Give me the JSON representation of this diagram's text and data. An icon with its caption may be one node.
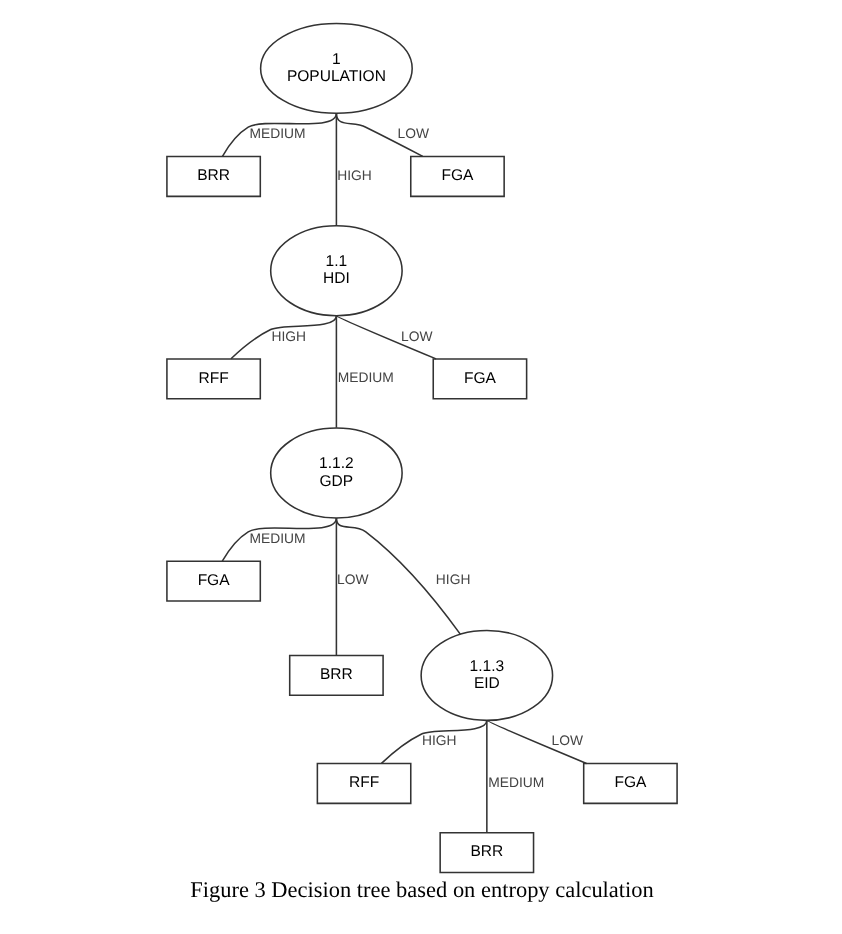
{
  "diagram": {
    "caption": "Figure 3 Decision tree based on entropy calculation",
    "nodes": [
      {
        "text": [
          "1",
          "POPULATION"
        ]
      },
      {
        "text": [
          "BRR"
        ]
      },
      {
        "text": [
          "FGA"
        ]
      },
      {
        "text": [
          "1.1",
          "HDI"
        ]
      },
      {
        "text": [
          "RFF"
        ]
      },
      {
        "text": [
          "FGA"
        ]
      },
      {
        "text": [
          "1.1.2",
          "GDP"
        ]
      },
      {
        "text": [
          "FGA"
        ]
      },
      {
        "text": [
          "BRR"
        ]
      },
      {
        "text": [
          "1.1.3",
          "EID"
        ]
      },
      {
        "text": [
          "RFF"
        ]
      },
      {
        "text": [
          "BRR"
        ]
      },
      {
        "text": [
          "FGA"
        ]
      }
    ],
    "edges": [
      {
        "from": 0,
        "to": 1,
        "arrow": "none",
        "label": "MEDIUM"
      },
      {
        "from": 0,
        "to": 3,
        "arrow": "none",
        "label": "HIGH"
      },
      {
        "from": 0,
        "to": 2,
        "arrow": "none",
        "label": "LOW"
      },
      {
        "from": 3,
        "to": 4,
        "arrow": "none",
        "label": "HIGH"
      },
      {
        "from": 3,
        "to": 6,
        "arrow": "none",
        "label": "MEDIUM"
      },
      {
        "from": 3,
        "to": 5,
        "arrow": "none",
        "label": "LOW"
      },
      {
        "from": 6,
        "to": 7,
        "arrow": "none",
        "label": "MEDIUM"
      },
      {
        "from": 6,
        "to": 8,
        "arrow": "none",
        "label": "LOW"
      },
      {
        "from": 6,
        "to": 9,
        "arrow": "none",
        "label": "HIGH"
      },
      {
        "from": 9,
        "to": 10,
        "arrow": "none",
        "label": "HIGH"
      },
      {
        "from": 9,
        "to": 11,
        "arrow": "none",
        "label": "MEDIUM"
      },
      {
        "from": 9,
        "to": 12,
        "arrow": "none",
        "label": "LOW"
      }
    ]
  }
}
